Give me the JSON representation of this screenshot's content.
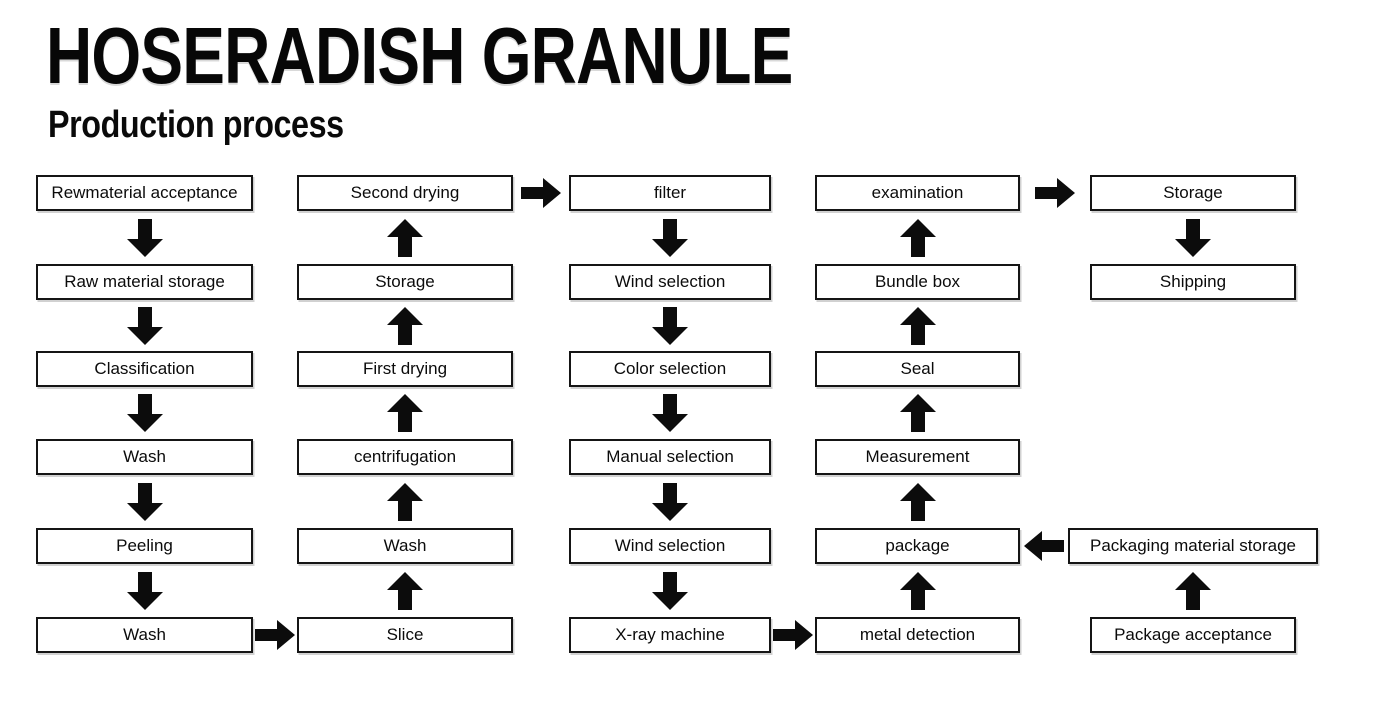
{
  "page_title": "HOSERADISH GRANULE",
  "subtitle": "Production process",
  "colors": {
    "background": "#ffffff",
    "box_border": "#151515",
    "box_fill": "#ffffff",
    "text": "#0b0b0b",
    "arrow": "#0c0c0c"
  },
  "flowchart": {
    "nodes": [
      {
        "id": "rewmaterial-acceptance",
        "label": "Rewmaterial acceptance",
        "col": 1,
        "row": 1
      },
      {
        "id": "raw-material-storage",
        "label": "Raw material storage",
        "col": 1,
        "row": 2
      },
      {
        "id": "classification",
        "label": "Classification",
        "col": 1,
        "row": 3
      },
      {
        "id": "wash-1",
        "label": "Wash",
        "col": 1,
        "row": 4
      },
      {
        "id": "peeling",
        "label": "Peeling",
        "col": 1,
        "row": 5
      },
      {
        "id": "wash-2",
        "label": "Wash",
        "col": 1,
        "row": 6
      },
      {
        "id": "slice",
        "label": "Slice",
        "col": 2,
        "row": 6
      },
      {
        "id": "wash-3",
        "label": "Wash",
        "col": 2,
        "row": 5
      },
      {
        "id": "centrifugation",
        "label": "centrifugation",
        "col": 2,
        "row": 4
      },
      {
        "id": "first-drying",
        "label": "First drying",
        "col": 2,
        "row": 3
      },
      {
        "id": "storage-1",
        "label": "Storage",
        "col": 2,
        "row": 2
      },
      {
        "id": "second-drying",
        "label": "Second drying",
        "col": 2,
        "row": 1
      },
      {
        "id": "filter",
        "label": "filter",
        "col": 3,
        "row": 1
      },
      {
        "id": "wind-selection-1",
        "label": "Wind selection",
        "col": 3,
        "row": 2
      },
      {
        "id": "color-selection",
        "label": "Color selection",
        "col": 3,
        "row": 3
      },
      {
        "id": "manual-selection",
        "label": "Manual selection",
        "col": 3,
        "row": 4
      },
      {
        "id": "wind-selection-2",
        "label": "Wind selection",
        "col": 3,
        "row": 5
      },
      {
        "id": "x-ray-machine",
        "label": "X-ray machine",
        "col": 3,
        "row": 6
      },
      {
        "id": "metal-detection",
        "label": "metal detection",
        "col": 4,
        "row": 6
      },
      {
        "id": "package",
        "label": "package",
        "col": 4,
        "row": 5
      },
      {
        "id": "measurement",
        "label": "Measurement",
        "col": 4,
        "row": 4
      },
      {
        "id": "seal",
        "label": "Seal",
        "col": 4,
        "row": 3
      },
      {
        "id": "bundle-box",
        "label": "Bundle box",
        "col": 4,
        "row": 2
      },
      {
        "id": "examination",
        "label": "examination",
        "col": 4,
        "row": 1
      },
      {
        "id": "storage-2",
        "label": "Storage",
        "col": 5,
        "row": 1
      },
      {
        "id": "shipping",
        "label": "Shipping",
        "col": 5,
        "row": 2
      },
      {
        "id": "packaging-material-storage",
        "label": "Packaging material storage",
        "col": 5,
        "row": 5
      },
      {
        "id": "package-acceptance",
        "label": "Package acceptance",
        "col": 5,
        "row": 6
      }
    ],
    "connections": [
      {
        "from": "rewmaterial-acceptance",
        "to": "raw-material-storage",
        "dir": "down"
      },
      {
        "from": "raw-material-storage",
        "to": "classification",
        "dir": "down"
      },
      {
        "from": "classification",
        "to": "wash-1",
        "dir": "down"
      },
      {
        "from": "wash-1",
        "to": "peeling",
        "dir": "down"
      },
      {
        "from": "peeling",
        "to": "wash-2",
        "dir": "down"
      },
      {
        "from": "wash-2",
        "to": "slice",
        "dir": "right"
      },
      {
        "from": "slice",
        "to": "wash-3",
        "dir": "up"
      },
      {
        "from": "wash-3",
        "to": "centrifugation",
        "dir": "up"
      },
      {
        "from": "centrifugation",
        "to": "first-drying",
        "dir": "up"
      },
      {
        "from": "first-drying",
        "to": "storage-1",
        "dir": "up"
      },
      {
        "from": "storage-1",
        "to": "second-drying",
        "dir": "up"
      },
      {
        "from": "second-drying",
        "to": "filter",
        "dir": "right"
      },
      {
        "from": "filter",
        "to": "wind-selection-1",
        "dir": "down"
      },
      {
        "from": "wind-selection-1",
        "to": "color-selection",
        "dir": "down"
      },
      {
        "from": "color-selection",
        "to": "manual-selection",
        "dir": "down"
      },
      {
        "from": "manual-selection",
        "to": "wind-selection-2",
        "dir": "down"
      },
      {
        "from": "wind-selection-2",
        "to": "x-ray-machine",
        "dir": "down"
      },
      {
        "from": "x-ray-machine",
        "to": "metal-detection",
        "dir": "right"
      },
      {
        "from": "metal-detection",
        "to": "package",
        "dir": "up"
      },
      {
        "from": "package",
        "to": "measurement",
        "dir": "up"
      },
      {
        "from": "measurement",
        "to": "seal",
        "dir": "up"
      },
      {
        "from": "seal",
        "to": "bundle-box",
        "dir": "up"
      },
      {
        "from": "bundle-box",
        "to": "examination",
        "dir": "up"
      },
      {
        "from": "examination",
        "to": "storage-2",
        "dir": "right"
      },
      {
        "from": "storage-2",
        "to": "shipping",
        "dir": "down"
      },
      {
        "from": "packaging-material-storage",
        "to": "package",
        "dir": "left"
      },
      {
        "from": "package-acceptance",
        "to": "packaging-material-storage",
        "dir": "up"
      }
    ]
  }
}
